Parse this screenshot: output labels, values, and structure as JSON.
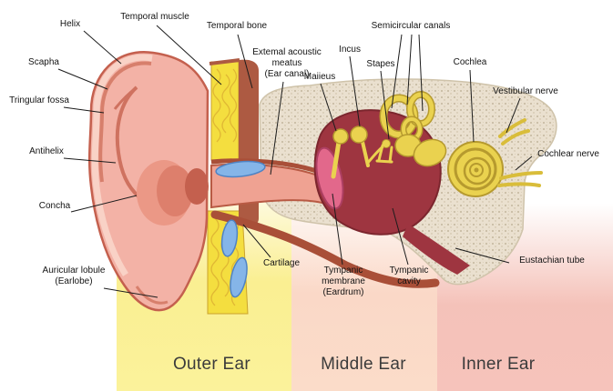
{
  "sections": {
    "outer": {
      "label": "Outer Ear",
      "color": "#fbf29b"
    },
    "middle": {
      "label": "Middle Ear",
      "color": "#fbdcc9"
    },
    "inner": {
      "label": "Inner Ear",
      "color": "#f6c3bb"
    }
  },
  "labels": {
    "helix": "Helix",
    "temporal_muscle": "Temporal muscle",
    "temporal_bone": "Temporal bone",
    "external_acoustic_meatus": "Extemal acoustic\nmeatus\n(Ear canal)",
    "scapha": "Scapha",
    "tringular_fossa": "Tringular fossa",
    "antihelix": "Antihelix",
    "concha": "Concha",
    "auricular_lobule": "Auricular lobule\n(Earlobe)",
    "cartilage": "Cartilage",
    "malleus": "Maiieus",
    "incus": "Incus",
    "stapes": "Stapes",
    "semicircular_canals": "Semicircular canals",
    "cochlea": "Cochlea",
    "vestibular_nerve": "Vestibular nerve",
    "cochlear_nerve": "Cochlear nerve",
    "tympanic_membrane": "Tympanic\nmembrane\n(Eardrum)",
    "tympanic_cavity": "Tympanic\ncavity",
    "eustachian_tube": "Eustachian tube"
  },
  "colors": {
    "skin": "#f3b2a6",
    "skin_dark": "#c4604e",
    "fat_yellow": "#f4de3f",
    "bone_speckle_bg": "#eae0cf",
    "cavity_red": "#9e3540",
    "ossicle_yellow": "#ead24f",
    "cartilage_blue": "#85b5e8",
    "membrane_pink": "#e2688b"
  }
}
